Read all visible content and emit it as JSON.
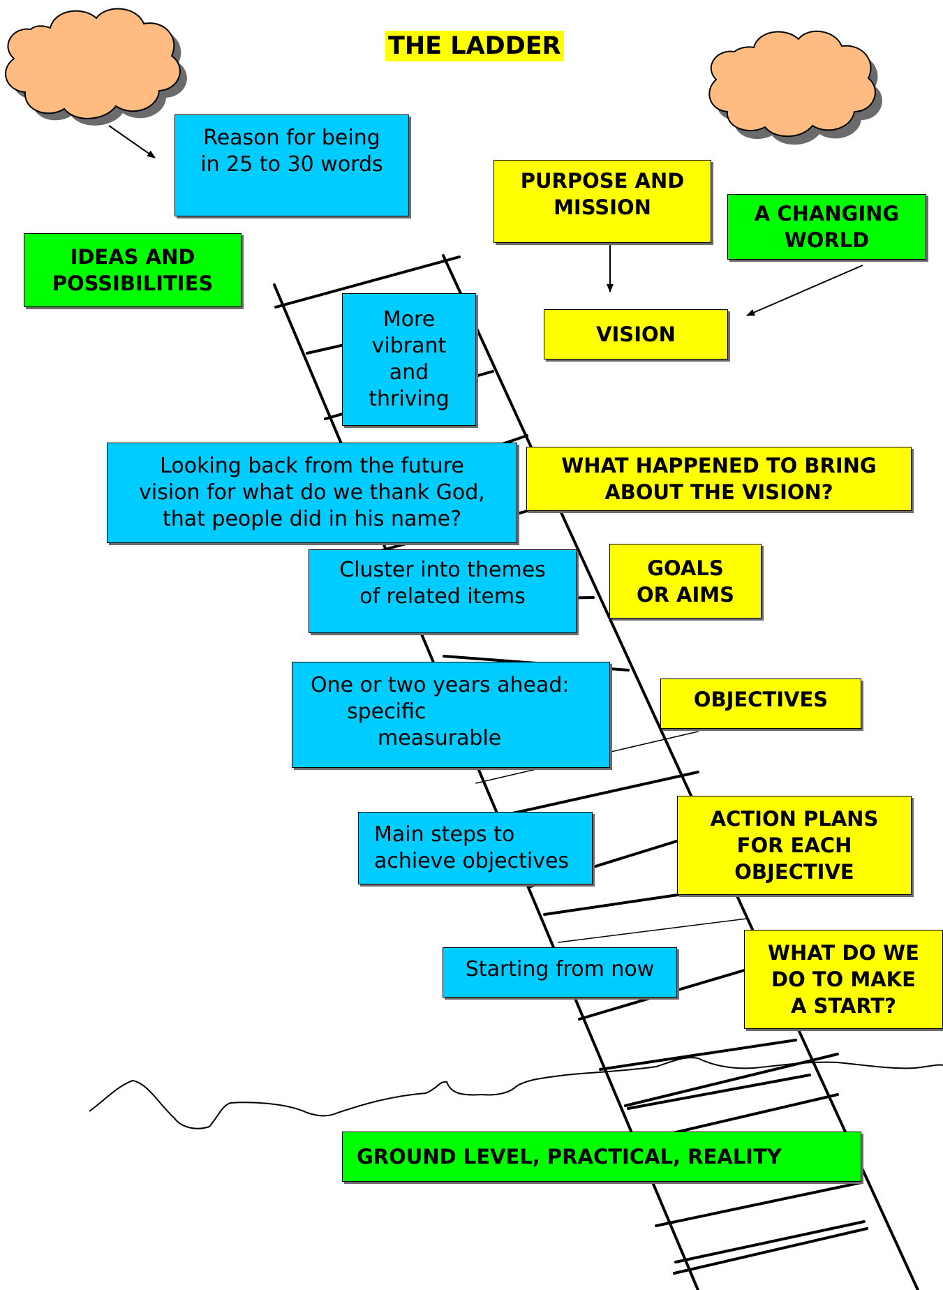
{
  "title": "THE LADDER",
  "colors": {
    "blue_box": "#00ccff",
    "yellow_box": "#ffff00",
    "green_box": "#00ff00",
    "cloud": "#ffbb80",
    "shadow": "#6b6b6b"
  },
  "icons": [
    "cloud-left-icon",
    "cloud-right-icon",
    "ladder-icon",
    "horizon-line"
  ],
  "boxes": {
    "reason": "Reason for being\nin 25 to 30 words",
    "ideas": "IDEAS AND\nPOSSIBILITIES",
    "purpose": "PURPOSE AND\nMISSION",
    "changing_world": "A CHANGING\nWORLD",
    "vibrant": "More\nvibrant\nand\nthriving",
    "vision": "VISION",
    "looking_back": "Looking back from the future\nvision for what do we thank God,\nthat people did in his name?",
    "what_happened": "WHAT HAPPENED TO BRING\nABOUT THE VISION?",
    "cluster": "Cluster into themes\nof related items",
    "goals": "GOALS\nOR AIMS",
    "objectives_desc_1": "One or two years ahead:",
    "objectives_desc_2": "specific",
    "objectives_desc_3": "measurable",
    "objectives": "OBJECTIVES",
    "main_steps": "Main steps to\nachieve objectives",
    "action_plans": "ACTION PLANS\nFOR EACH\nOBJECTIVE",
    "starting": "Starting from now",
    "make_start": "WHAT DO WE\nDO TO MAKE\nA START?",
    "ground": "GROUND LEVEL, PRACTICAL, REALITY"
  }
}
